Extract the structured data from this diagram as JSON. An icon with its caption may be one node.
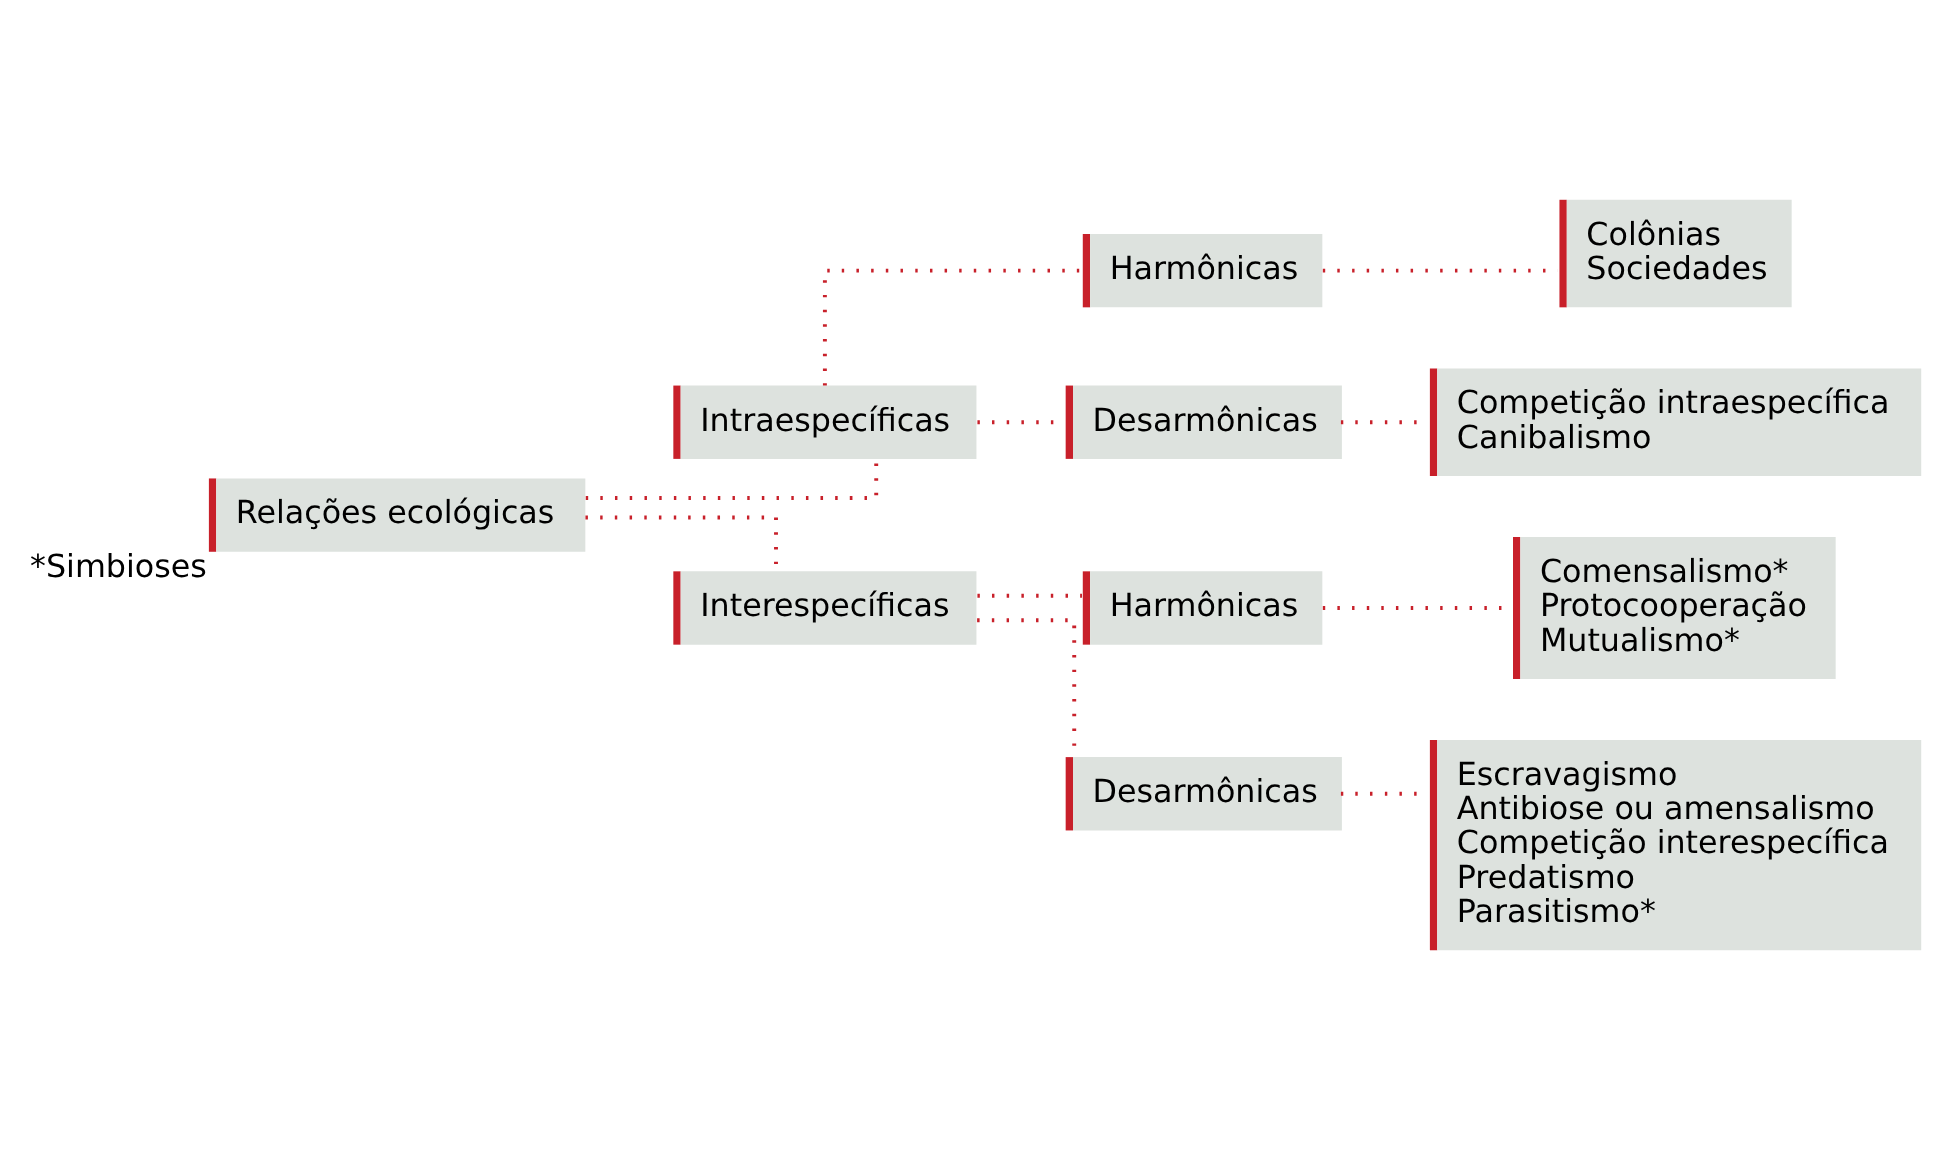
{
  "diagram": {
    "nodes": [
      {
        "text": [
          "Relações ecológicas"
        ],
        "beside": [
          "*Simbioses"
        ]
      },
      {
        "text": [
          "Intraespecíficas"
        ]
      },
      {
        "text": [
          "Harmônicas"
        ]
      },
      {
        "text": [
          "Colônias",
          "Sociedades"
        ]
      },
      {
        "text": [
          "Desarmônicas"
        ]
      },
      {
        "text": [
          "Competição intraespecífica",
          "Canibalismo"
        ]
      },
      {
        "text": [
          "Interespecíficas"
        ]
      },
      {
        "text": [
          "Harmônicas"
        ]
      },
      {
        "text": [
          "Comensalismo*",
          "Protocooperação",
          "Mutualismo*"
        ]
      },
      {
        "text": [
          "Desarmônicas"
        ]
      },
      {
        "text": [
          "Escravagismo",
          "Antibiose ou amensalismo",
          "Competição interespecífica",
          "Predatismo",
          "Parasitismo*"
        ]
      }
    ],
    "edges": [
      {
        "from": 0,
        "to": 1,
        "arrow": "none"
      },
      {
        "from": 0,
        "to": 6,
        "arrow": "none"
      },
      {
        "from": 1,
        "to": 2,
        "arrow": "none"
      },
      {
        "from": 1,
        "to": 4,
        "arrow": "none"
      },
      {
        "from": 2,
        "to": 3,
        "arrow": "none"
      },
      {
        "from": 4,
        "to": 5,
        "arrow": "none"
      },
      {
        "from": 6,
        "to": 7,
        "arrow": "none"
      },
      {
        "from": 6,
        "to": 9,
        "arrow": "none"
      },
      {
        "from": 7,
        "to": 8,
        "arrow": "none"
      },
      {
        "from": 9,
        "to": 10,
        "arrow": "none"
      }
    ]
  }
}
